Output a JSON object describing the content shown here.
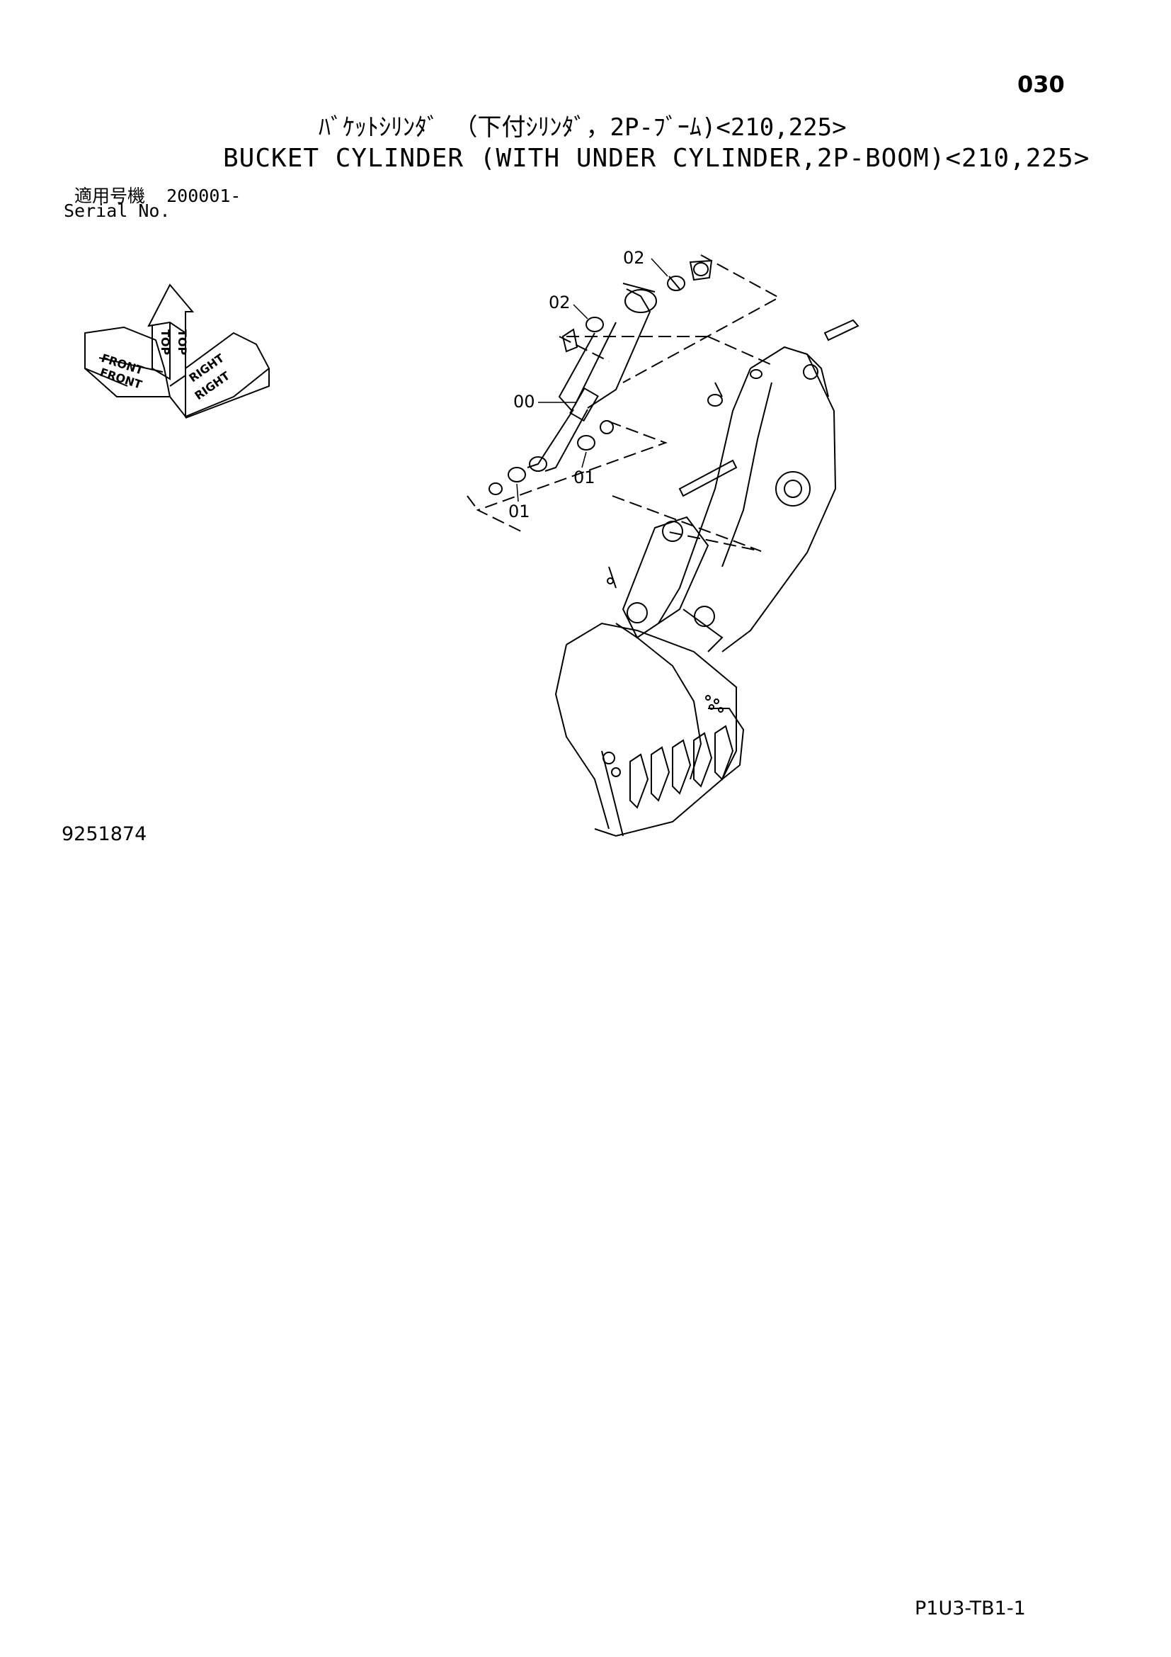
{
  "page_number": "030",
  "title_jp": "ﾊﾞｹｯﾄｼﾘﾝﾀﾞ （下付ｼﾘﾝﾀﾞ，2P-ﾌﾞｰﾑ)<210,225>",
  "title_en": "BUCKET CYLINDER (WITH UNDER CYLINDER,2P-BOOM)<210,225>",
  "serial": {
    "label_jp": "適用号機",
    "value": "200001-",
    "label_en": "Serial No."
  },
  "orientation": {
    "top": "TOP",
    "front": "FRONT",
    "right": "RIGHT"
  },
  "callouts": {
    "c00": "00",
    "c01": "01",
    "c02": "02"
  },
  "drawing_number": "9251874",
  "page_code": "P1U3-TB1-1"
}
